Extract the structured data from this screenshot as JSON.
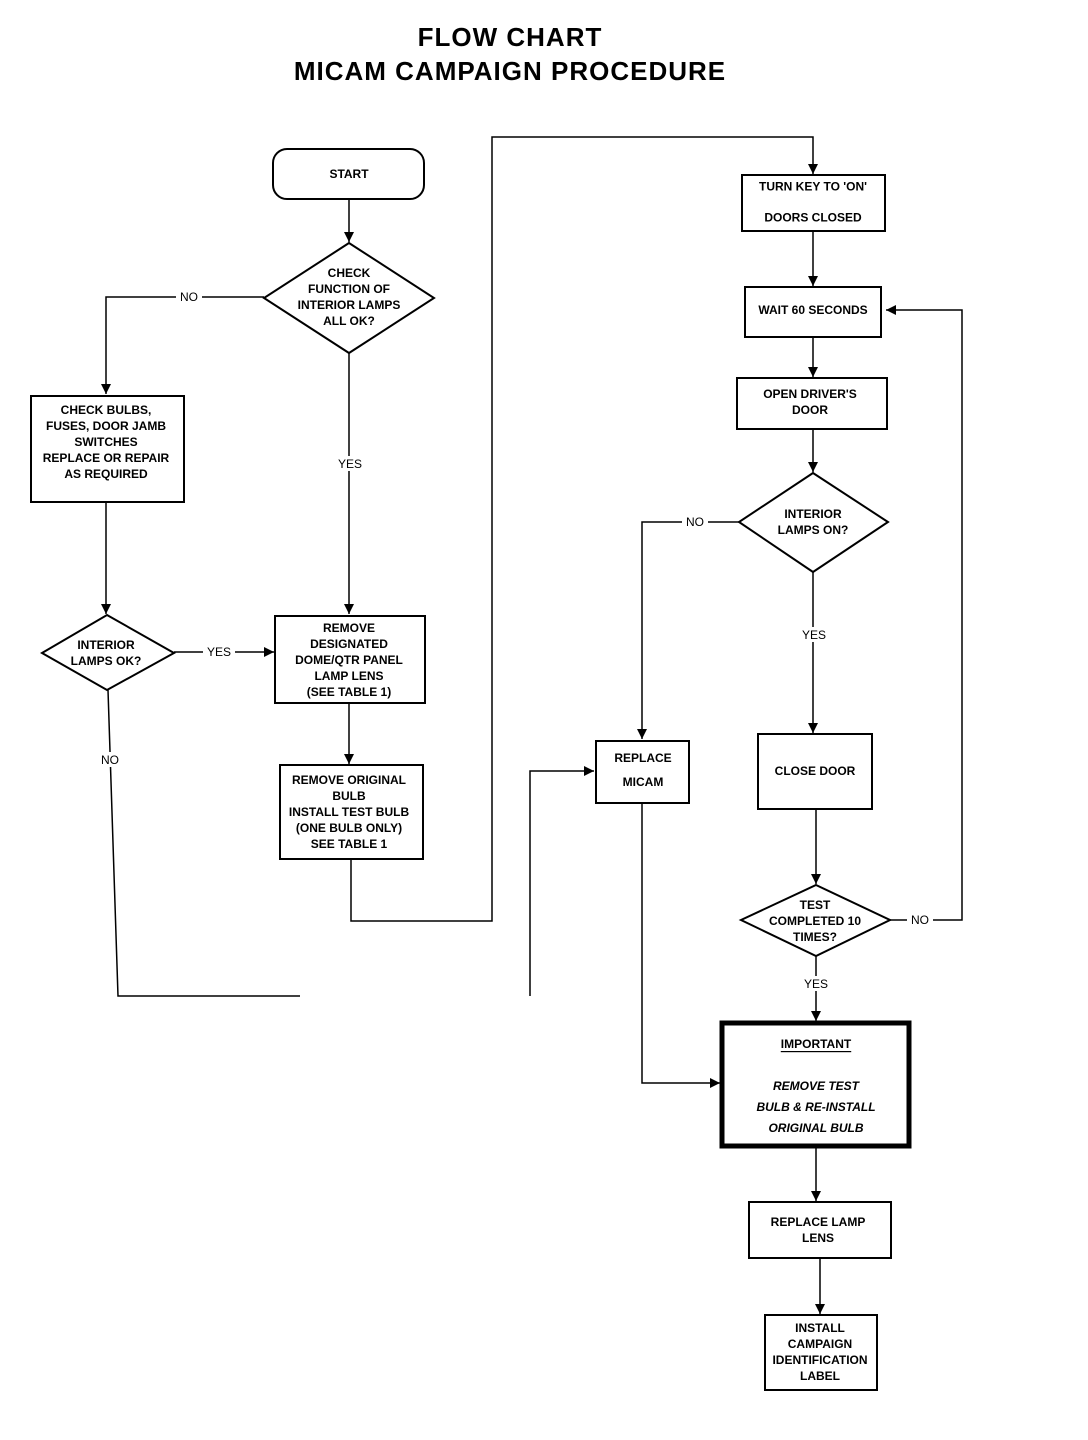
{
  "title": {
    "line1": "FLOW CHART",
    "line2": "MICAM CAMPAIGN PROCEDURE"
  },
  "nodes": {
    "start": [
      "START"
    ],
    "check_function": [
      "CHECK",
      "FUNCTION OF",
      "INTERIOR LAMPS",
      "ALL OK?"
    ],
    "check_bulbs": [
      "CHECK BULBS,",
      "FUSES, DOOR JAMB",
      "SWITCHES",
      "REPLACE OR REPAIR",
      "AS REQUIRED"
    ],
    "interior_lamps_ok": [
      "INTERIOR",
      "LAMPS OK?"
    ],
    "remove_lens": [
      "REMOVE",
      "DESIGNATED",
      "DOME/QTR PANEL",
      "LAMP LENS",
      "(SEE TABLE 1)"
    ],
    "remove_original": [
      "REMOVE ORIGINAL",
      "BULB",
      "INSTALL TEST BULB",
      "(ONE BULB ONLY)",
      "SEE TABLE 1"
    ],
    "turn_key": [
      "TURN KEY TO 'ON'",
      "DOORS CLOSED"
    ],
    "wait": [
      "WAIT 60 SECONDS"
    ],
    "open_door": [
      "OPEN DRIVER'S",
      "DOOR"
    ],
    "lamps_on": [
      "INTERIOR",
      "LAMPS ON?"
    ],
    "replace_micam": [
      "REPLACE",
      "MICAM"
    ],
    "close_door": [
      "CLOSE DOOR"
    ],
    "test_completed": [
      "TEST",
      "COMPLETED 10",
      "TIMES?"
    ],
    "important_title": [
      "IMPORTANT"
    ],
    "important_body": [
      "REMOVE TEST",
      "BULB & RE-INSTALL",
      "ORIGINAL BULB"
    ],
    "replace_lens": [
      "REPLACE LAMP",
      "LENS"
    ],
    "install_label": [
      "INSTALL",
      "CAMPAIGN",
      "IDENTIFICATION",
      "LABEL"
    ]
  },
  "labels": {
    "no_check": "NO",
    "yes_check": "YES",
    "yes_lamps_ok": "YES",
    "no_lamps_ok": "NO",
    "no_lamps_on": "NO",
    "yes_lamps_on": "YES",
    "no_test": "NO",
    "yes_test": "YES"
  }
}
